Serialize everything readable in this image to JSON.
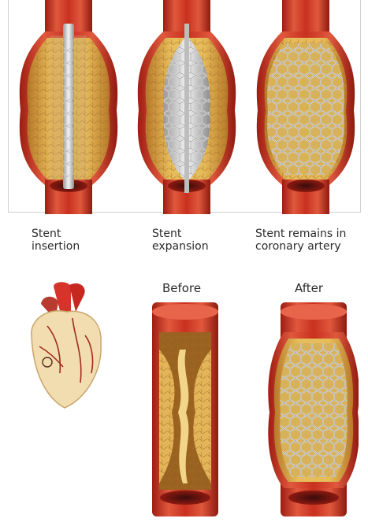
{
  "top_row": {
    "captions": [
      {
        "line1": "Stent",
        "line2": "insertion"
      },
      {
        "line1": "Stent",
        "line2": "expansion"
      },
      {
        "line1": "Stent remains in",
        "line2": "coronary artery"
      }
    ]
  },
  "bottom_row": {
    "before_label": "Before",
    "after_label": "After"
  },
  "colors": {
    "artery_wall": "#c8311f",
    "artery_highlight": "#e8644a",
    "plaque": "#d9a63c",
    "plaque_dark": "#8a5a1e",
    "lumen": "#f3d58a",
    "stent_metal": "#c9c9c9",
    "heart_body": "#f2ddb0",
    "aorta": "#d8332a"
  },
  "icons": [
    "artery-segment-icon",
    "stent-mesh-icon",
    "heart-icon",
    "balloon-catheter-icon"
  ]
}
